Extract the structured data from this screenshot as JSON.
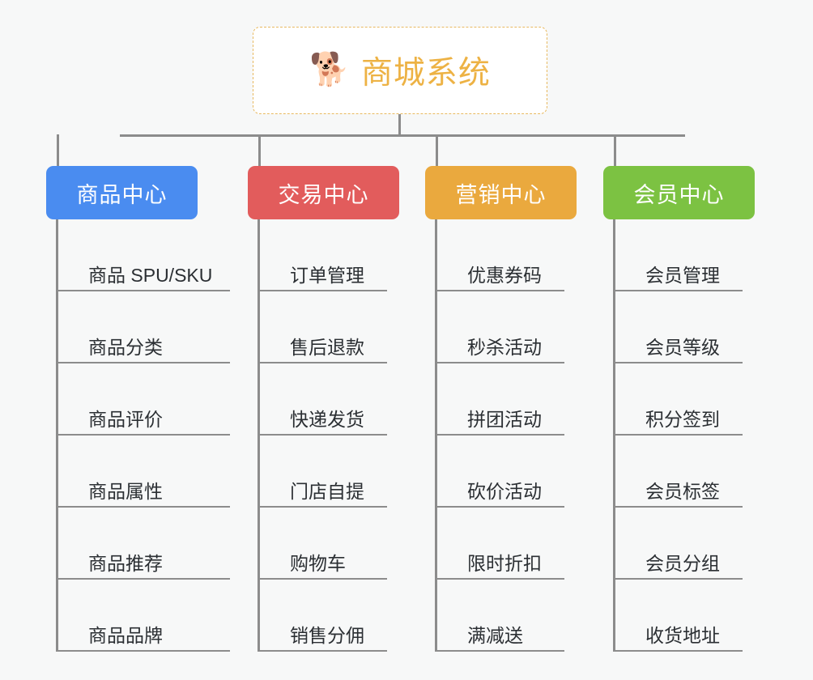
{
  "background_color": "#f7f8f8",
  "connector_color": "#8c8c8c",
  "root": {
    "title": "商城系统",
    "emoji": "🐕",
    "emoji_name": "shiba-dog-face-emoji",
    "text_color": "#edb244",
    "border_color": "#e8b960",
    "background_color": "#ffffff"
  },
  "categories": [
    {
      "label": "商品中心",
      "color": "#4a8cf0",
      "items": [
        "商品 SPU/SKU",
        "商品分类",
        "商品评价",
        "商品属性",
        "商品推荐",
        "商品品牌"
      ]
    },
    {
      "label": "交易中心",
      "color": "#e25c5c",
      "items": [
        "订单管理",
        "售后退款",
        "快递发货",
        "门店自提",
        "购物车",
        "销售分佣"
      ]
    },
    {
      "label": "营销中心",
      "color": "#eaa93e",
      "items": [
        "优惠券码",
        "秒杀活动",
        "拼团活动",
        "砍价活动",
        "限时折扣",
        "满减送"
      ]
    },
    {
      "label": "会员中心",
      "color": "#7cc242",
      "items": [
        "会员管理",
        "会员等级",
        "积分签到",
        "会员标签",
        "会员分组",
        "收货地址"
      ]
    }
  ],
  "layout": {
    "category_x": [
      57,
      306,
      525,
      745
    ],
    "category_width": [
      187,
      187,
      187,
      187
    ],
    "leaf_min_width": [
      215,
      160,
      160,
      160
    ]
  }
}
